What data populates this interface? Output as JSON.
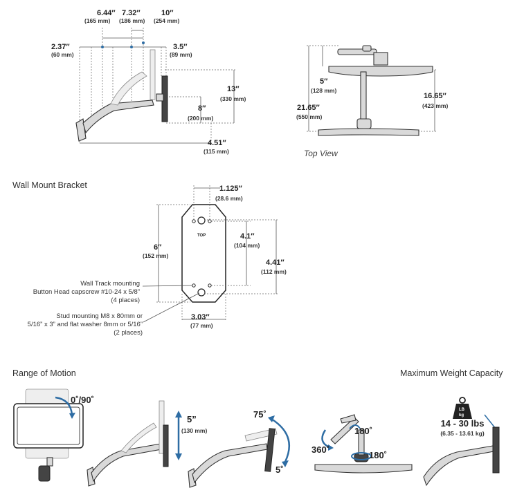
{
  "side_view": {
    "dims": [
      {
        "main": "6.44″",
        "sub": "(165 mm)"
      },
      {
        "main": "7.32″",
        "sub": "(186 mm)"
      },
      {
        "main": "10″",
        "sub": "(254 mm)"
      },
      {
        "main": "2.37″",
        "sub": "(60 mm)"
      },
      {
        "main": "3.5″",
        "sub": "(89 mm)"
      },
      {
        "main": "13″",
        "sub": "(330 mm)"
      },
      {
        "main": "8″",
        "sub": "(200 mm)"
      },
      {
        "main": "4.51″",
        "sub": "(115 mm)"
      }
    ]
  },
  "top_view": {
    "caption": "Top View",
    "dims": [
      {
        "main": "5″",
        "sub": "(128 mm)"
      },
      {
        "main": "16.65″",
        "sub": "(423 mm)"
      },
      {
        "main": "21.65″",
        "sub": "(550 mm)"
      }
    ]
  },
  "bracket": {
    "title": "Wall Mount Bracket",
    "top_label": "TOP",
    "dims": [
      {
        "main": "1.125″",
        "sub": "(28.6 mm)"
      },
      {
        "main": "6″",
        "sub": "(152 mm)"
      },
      {
        "main": "4.1″",
        "sub": "(104 mm)"
      },
      {
        "main": "4.41″",
        "sub": "(112 mm)"
      },
      {
        "main": "3.03″",
        "sub": "(77 mm)"
      }
    ],
    "note_track": [
      "Wall Track mounting",
      "Button Head capscrew #10-24 x 5/8”",
      "(4 places)"
    ],
    "note_stud": [
      "Stud mounting M8 x 80mm or",
      "5/16” x 3” and flat washer 8mm or 5/16”",
      "(2 places)"
    ]
  },
  "motion": {
    "title": "Range of Motion",
    "rotation": "0˚/90˚",
    "lift": {
      "main": "5”",
      "sub": "(130 mm)"
    },
    "tilt_up": "75˚",
    "tilt_down": "5˚",
    "pan": "180˚",
    "swivel": "360˚",
    "base_pan": "180˚"
  },
  "weight": {
    "title": "Maximum Weight Capacity",
    "icon_label_1": "LB",
    "icon_label_2": "kg",
    "range": "14 - 30 lbs",
    "range_kg": "(6.35 - 13.61 kg)"
  },
  "colors": {
    "accent": "#2e6da4"
  }
}
